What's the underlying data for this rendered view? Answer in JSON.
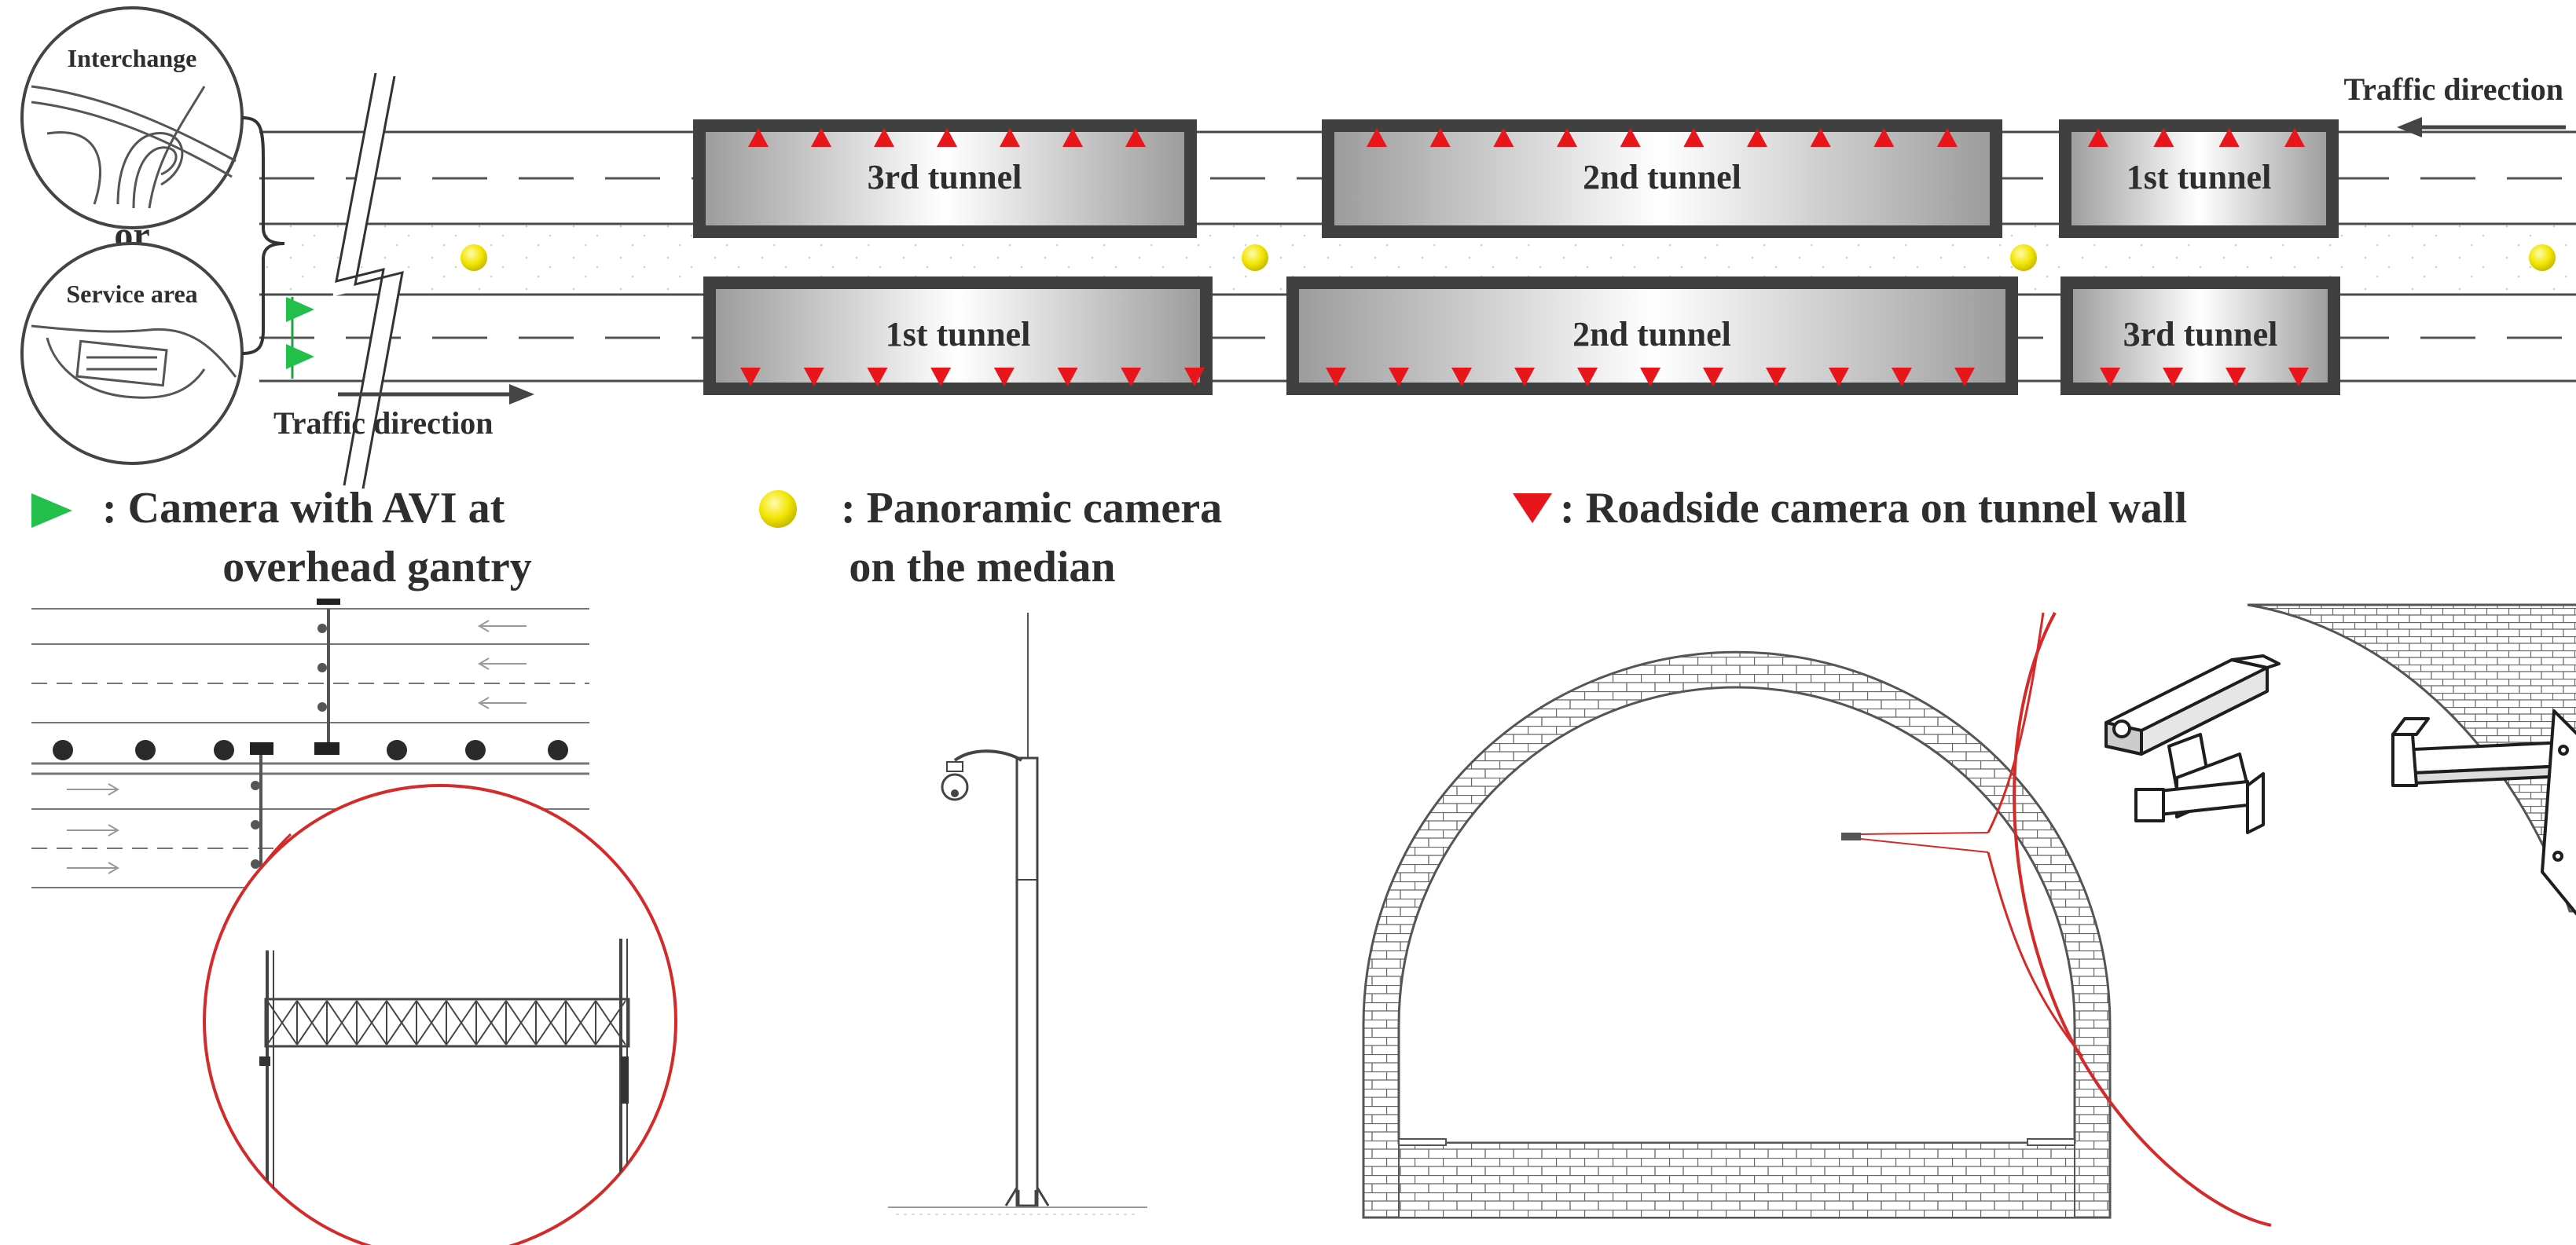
{
  "highway": {
    "traffic_direction_top": "Traffic direction",
    "traffic_direction_bottom": "Traffic direction",
    "insets": {
      "interchange": "Interchange",
      "or": "or",
      "service_area": "Service area"
    },
    "upper_tunnels": [
      {
        "label": "3rd tunnel",
        "camera_count": 7
      },
      {
        "label": "2nd tunnel",
        "camera_count": 10
      },
      {
        "label": "1st tunnel",
        "camera_count": 4
      }
    ],
    "lower_tunnels": [
      {
        "label": "1st tunnel",
        "camera_count": 8
      },
      {
        "label": "2nd tunnel",
        "camera_count": 11
      },
      {
        "label": "3rd tunnel",
        "camera_count": 4
      }
    ],
    "median_camera_count": 4,
    "gantry_camera_count": 2
  },
  "legend": {
    "avi_camera": {
      "line1": ": Camera with AVI at",
      "line2": "overhead gantry"
    },
    "panoramic_camera": {
      "line1": ": Panoramic camera",
      "line2": "on the median"
    },
    "roadside_camera": {
      "line1": ": Roadside camera on tunnel wall"
    }
  },
  "colors": {
    "avi_marker": "#22c04a",
    "panoramic_marker": "#f2e600",
    "roadside_marker": "#e8151b",
    "callout_line": "#d42a2a",
    "tunnel_border": "#404040"
  },
  "icons": [
    "avi-camera-icon",
    "panoramic-camera-icon",
    "roadside-camera-icon"
  ]
}
